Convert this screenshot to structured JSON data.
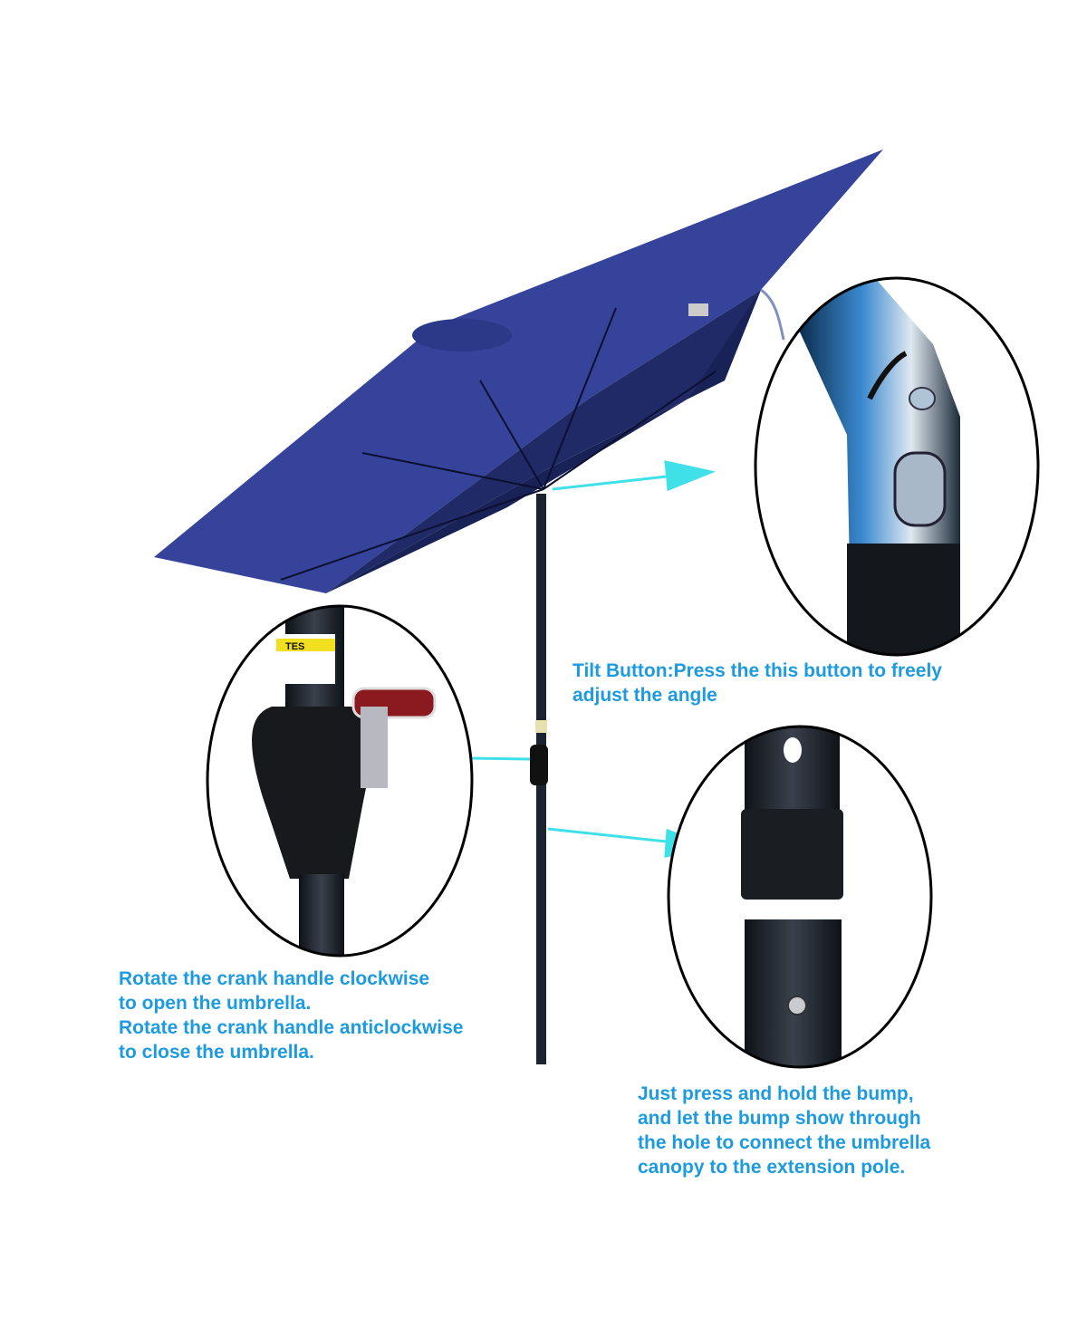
{
  "colors": {
    "caption": "#1d9be0",
    "canopy": "#2f3f8f",
    "arrow": "#40e0e8",
    "pole": "#1c2330"
  },
  "callouts": {
    "tilt": {
      "text": "Tilt Button:Press the this button to freely\nadjust the angle"
    },
    "crank": {
      "text": "Rotate the crank handle clockwise\nto open the umbrella.\nRotate the crank handle anticlockwise\nto close the umbrella."
    },
    "extension": {
      "text": "Just press and hold the bump,\nand let the bump show through\nthe hole to connect the umbrella\ncanopy to the extension pole."
    }
  },
  "label_sticker": {
    "text": "TES"
  }
}
